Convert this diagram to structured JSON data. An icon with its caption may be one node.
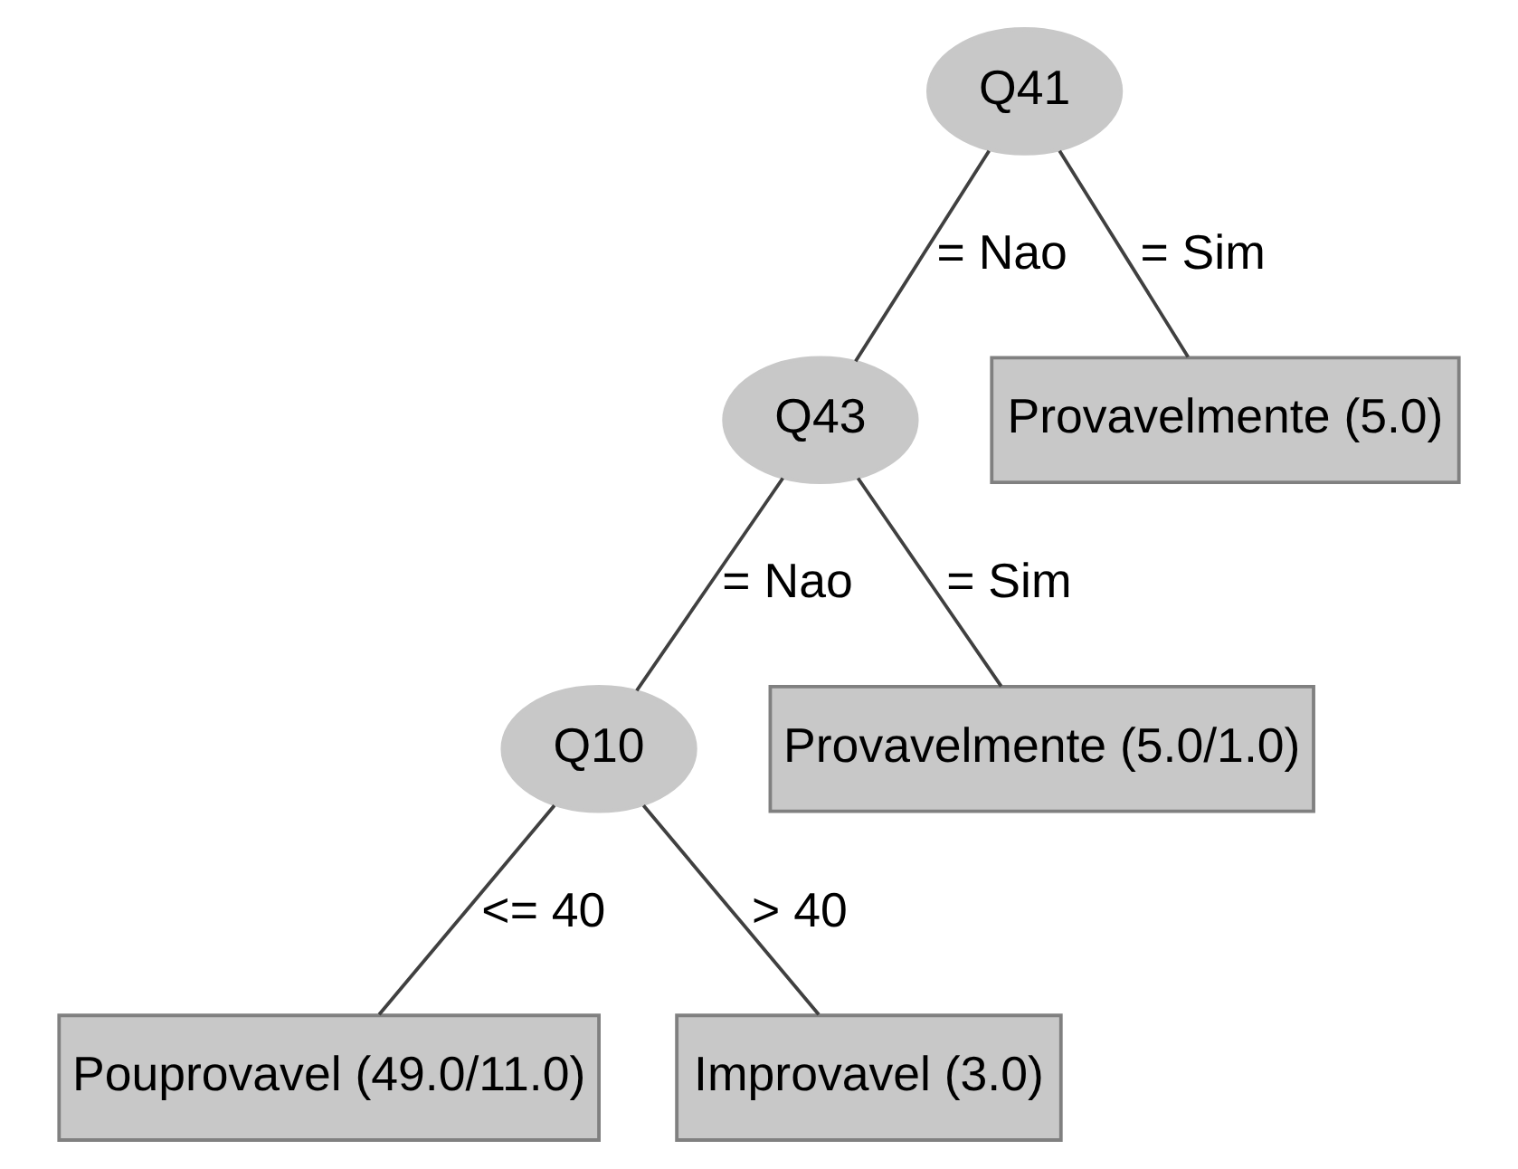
{
  "diagram": {
    "nodes": [
      {
        "text": [
          "Q41"
        ]
      },
      {
        "text": [
          "Q43"
        ]
      },
      {
        "text": [
          "Provavelmente (5.0)"
        ]
      },
      {
        "text": [
          "Q10"
        ]
      },
      {
        "text": [
          "Provavelmente (5.0/1.0)"
        ]
      },
      {
        "text": [
          "Pouprovavel (49.0/11.0)"
        ]
      },
      {
        "text": [
          "Improvavel (3.0)"
        ]
      }
    ],
    "edges": [
      {
        "from": 0,
        "to": 1,
        "arrow": "none",
        "label": "= Nao"
      },
      {
        "from": 0,
        "to": 2,
        "arrow": "none",
        "label": "= Sim"
      },
      {
        "from": 1,
        "to": 3,
        "arrow": "none",
        "label": "= Nao"
      },
      {
        "from": 1,
        "to": 4,
        "arrow": "none",
        "label": "= Sim"
      },
      {
        "from": 3,
        "to": 5,
        "arrow": "none",
        "label": "<= 40"
      },
      {
        "from": 3,
        "to": 6,
        "arrow": "none",
        "label": "> 40"
      }
    ]
  }
}
